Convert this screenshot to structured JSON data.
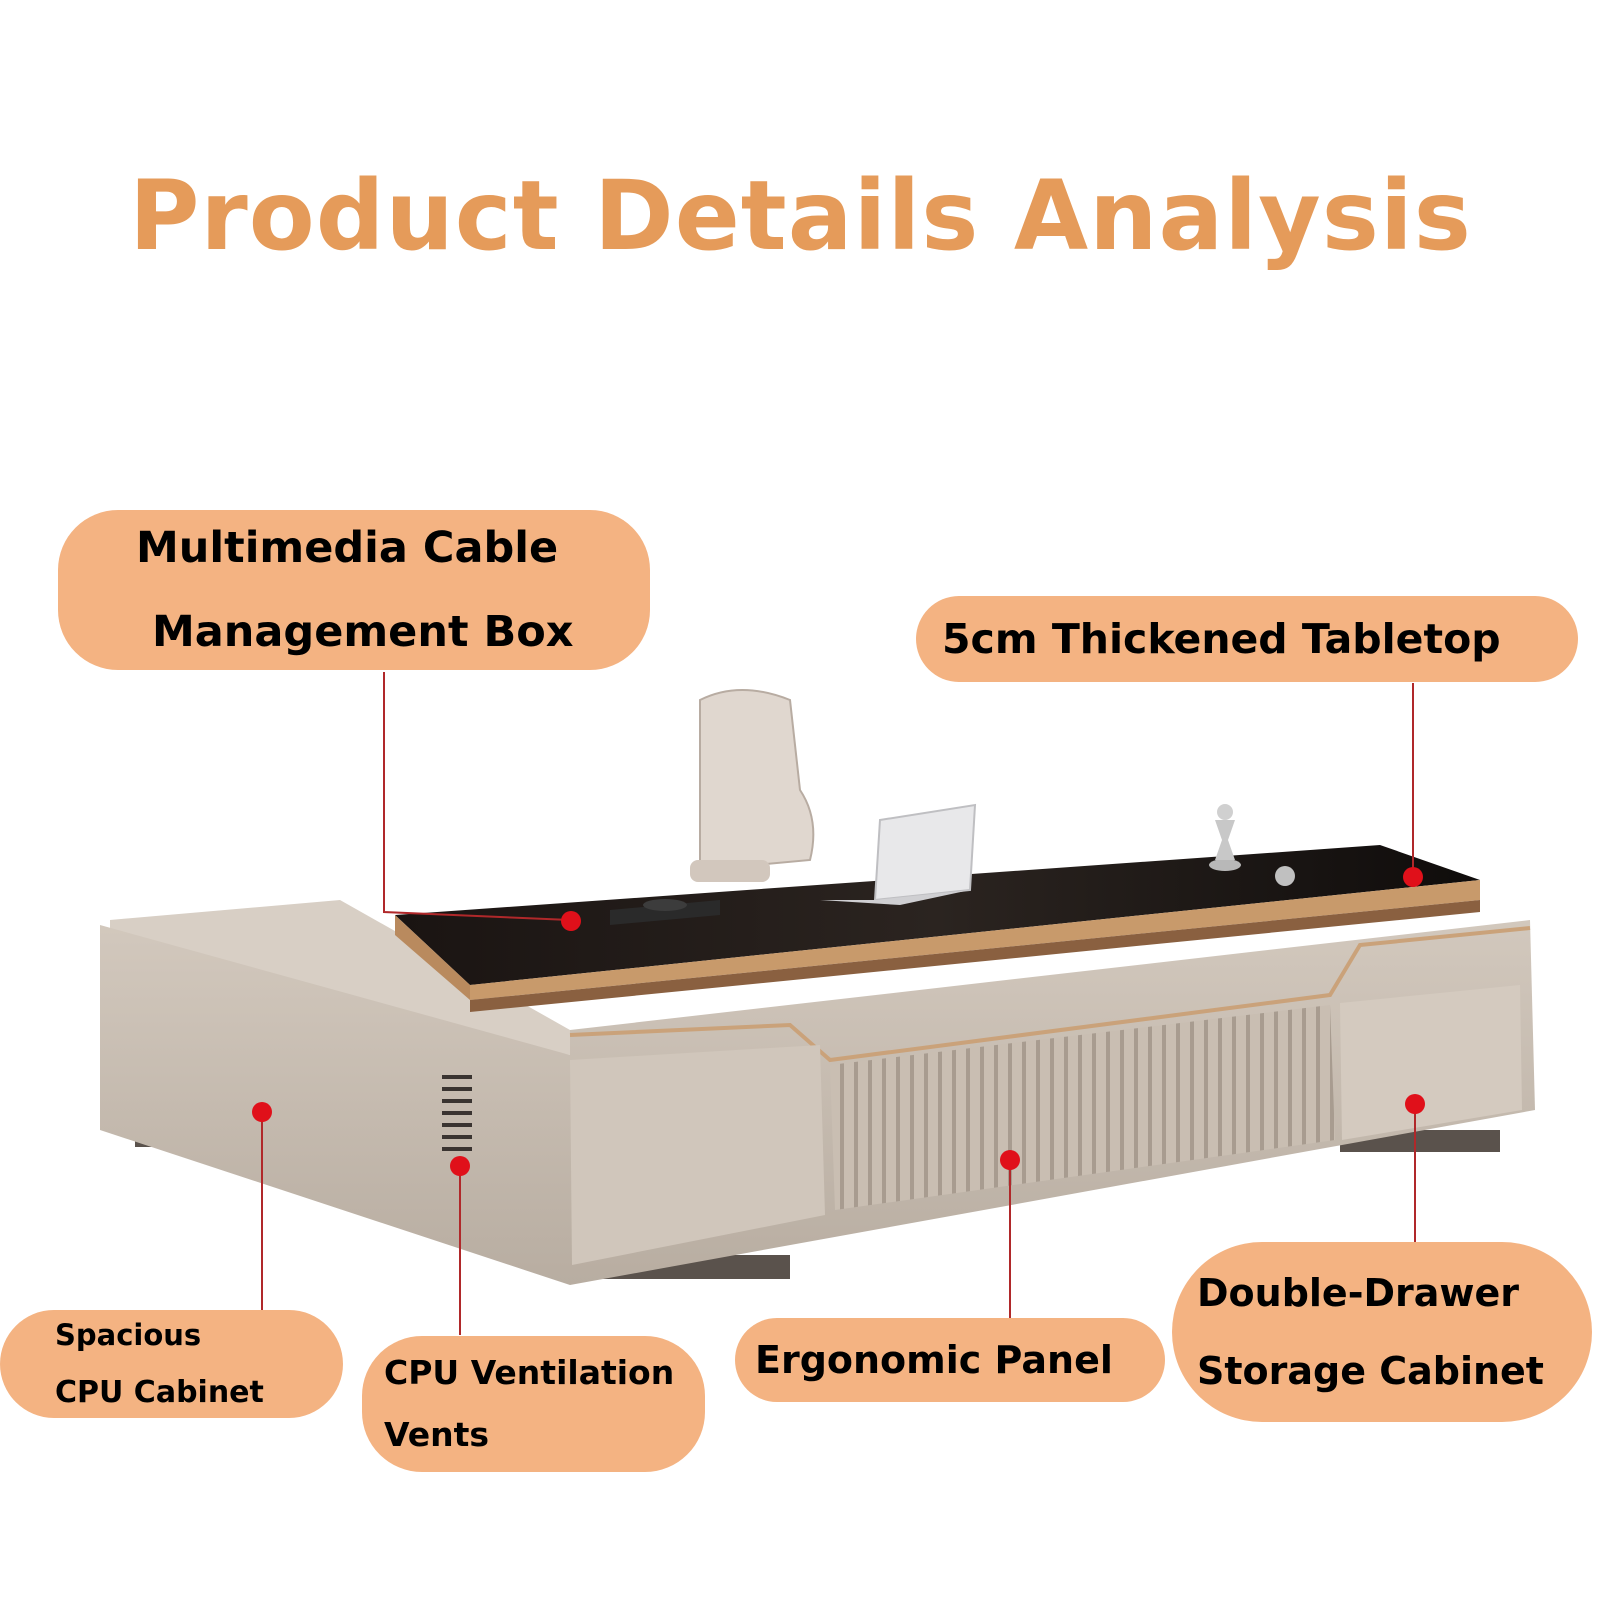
{
  "title": "Product Details Analysis",
  "colors": {
    "title": "#e59b5a",
    "callout_fill": "#f4b382",
    "leader_line": "#b0282a",
    "marker_dot": "#e0101a"
  },
  "image": {
    "subject": "L-shaped executive office desk with black glass tabletop, leather chair and laptop"
  },
  "callouts": {
    "cable_box": {
      "line1": "Multimedia Cable",
      "line2": "Management Box"
    },
    "tabletop": {
      "line1": "5cm Thickened Tabletop"
    },
    "cpu_cabinet": {
      "line1": "Spacious",
      "line2": "CPU Cabinet"
    },
    "vents": {
      "line1": "CPU Ventilation",
      "line2": "Vents"
    },
    "panel": {
      "line1": "Ergonomic Panel"
    },
    "drawer": {
      "line1": "Double-Drawer",
      "line2": "Storage Cabinet"
    }
  }
}
